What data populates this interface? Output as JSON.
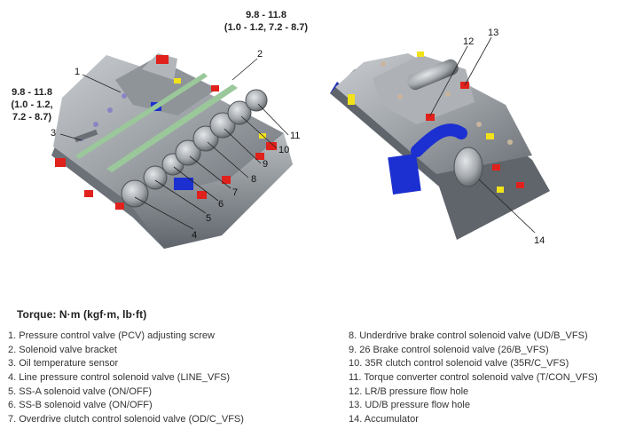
{
  "diagram": {
    "torque_specs": [
      {
        "id": "top",
        "line1": "9.8 - 11.8",
        "line2": "(1.0 - 1.2, 7.2 - 8.7)"
      },
      {
        "id": "left",
        "line1": "9.8 - 11.8",
        "line2": "(1.0 - 1.2,",
        "line3": "7.2 - 8.7)"
      }
    ],
    "callouts": [
      "1",
      "2",
      "3",
      "4",
      "5",
      "6",
      "7",
      "8",
      "9",
      "10",
      "11",
      "12",
      "13",
      "14"
    ]
  },
  "legend": {
    "heading": "Torque: N·m (kgf·m, lb·ft)",
    "left": [
      "1. Pressure control valve (PCV) adjusting screw",
      "2. Solenoid valve bracket",
      "3. Oil temperature sensor",
      "4. Line pressure control solenoid valve (LINE_VFS)",
      "5. SS-A solenoid valve (ON/OFF)",
      "6. SS-B solenoid valve (ON/OFF)",
      "7. Overdrive clutch control solenoid valve (OD/C_VFS)"
    ],
    "right": [
      "8. Underdrive brake control solenoid valve (UD/B_VFS)",
      "9. 26 Brake control solenoid valve (26/B_VFS)",
      "10. 35R clutch control solenoid valve (35R/C_VFS)",
      "11. Torque converter control solenoid valve (T/CON_VFS)",
      "12. LR/B pressure flow hole",
      "13. UD/B pressure flow hole",
      "14. Accumulator"
    ]
  },
  "colors": {
    "body": "#9ea3a8",
    "body_dark": "#5f656b",
    "highlight_red": "#e0211c",
    "highlight_blue": "#1c2fd0",
    "highlight_yellow": "#f2e21a",
    "bracket_green": "#9bc89a",
    "bolt_purple": "#8b84c2"
  }
}
